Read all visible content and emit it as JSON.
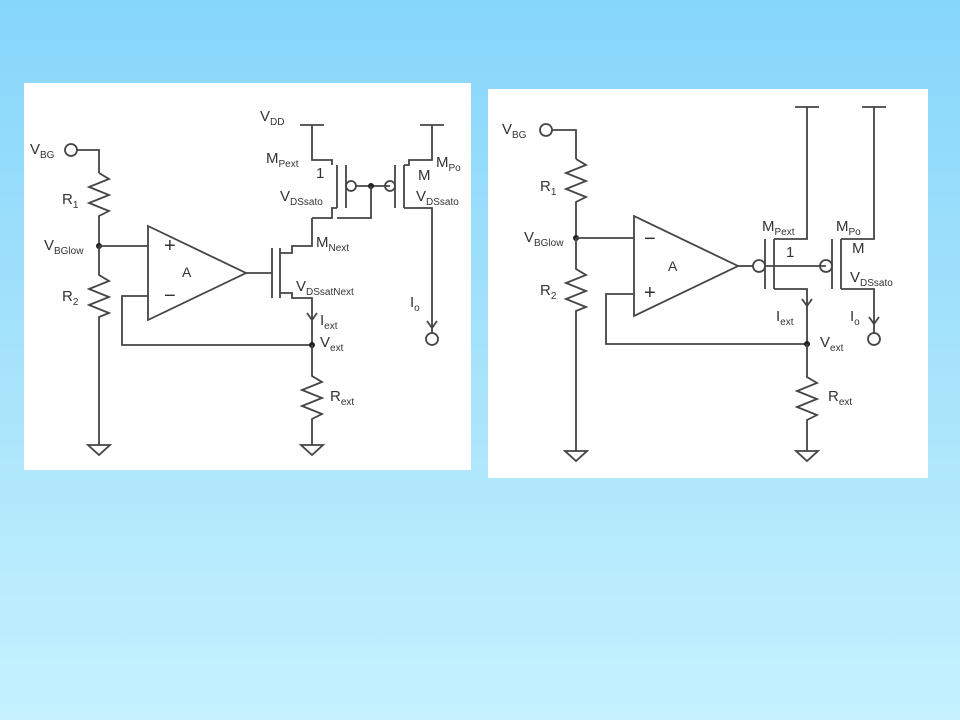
{
  "left": {
    "vbg": "V",
    "vbg_sub": "BG",
    "r1": "R",
    "r1_sub": "1",
    "vbglow": "V",
    "vbglow_sub": "BGlow",
    "r2": "R",
    "r2_sub": "2",
    "amp": "A",
    "plus": "+",
    "minus": "−",
    "vdd": "V",
    "vdd_sub": "DD",
    "mpext": "M",
    "mpext_sub": "Pext",
    "one": "1",
    "vdssato_l": "V",
    "vdssato_l_sub": "DSsato",
    "mpo": "M",
    "mpo_sub": "Po",
    "m": "M",
    "vdssato_r": "V",
    "vdssato_r_sub": "DSsato",
    "mnext": "M",
    "mnext_sub": "Next",
    "vdssatnext": "V",
    "vdssatnext_sub": "DSsatNext",
    "iext": "I",
    "iext_sub": "ext",
    "vext": "V",
    "vext_sub": "ext",
    "io": "I",
    "io_sub": "o",
    "rext": "R",
    "rext_sub": "ext"
  },
  "right": {
    "vbg": "V",
    "vbg_sub": "BG",
    "r1": "R",
    "r1_sub": "1",
    "vbglow": "V",
    "vbglow_sub": "BGlow",
    "r2": "R",
    "r2_sub": "2",
    "amp": "A",
    "minus": "−",
    "plus": "+",
    "mpext": "M",
    "mpext_sub": "Pext",
    "one": "1",
    "mpo": "M",
    "mpo_sub": "Po",
    "m": "M",
    "vdssato": "V",
    "vdssato_sub": "DSsato",
    "iext": "I",
    "iext_sub": "ext",
    "io": "I",
    "io_sub": "o",
    "vext": "V",
    "vext_sub": "ext",
    "rext": "R",
    "rext_sub": "ext"
  }
}
